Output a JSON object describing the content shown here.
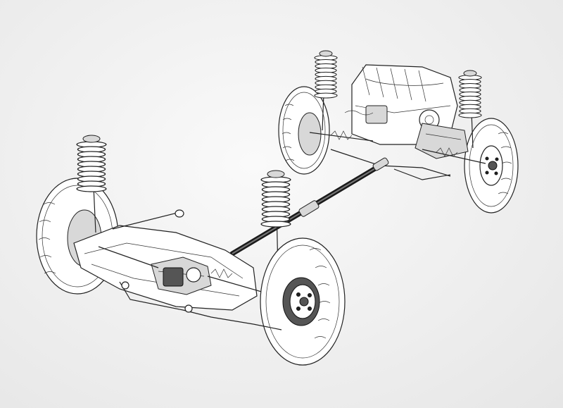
{
  "illustration": {
    "components": [
      "front-left-wheel",
      "front-right-wheel",
      "rear-left-wheel",
      "rear-right-wheel",
      "front-left-spring-strut",
      "front-right-spring-strut",
      "rear-left-spring-strut",
      "rear-right-spring-strut",
      "engine",
      "transmission",
      "propeller-shaft",
      "rear-subframe",
      "rear-differential",
      "rear-brake-disc"
    ]
  }
}
